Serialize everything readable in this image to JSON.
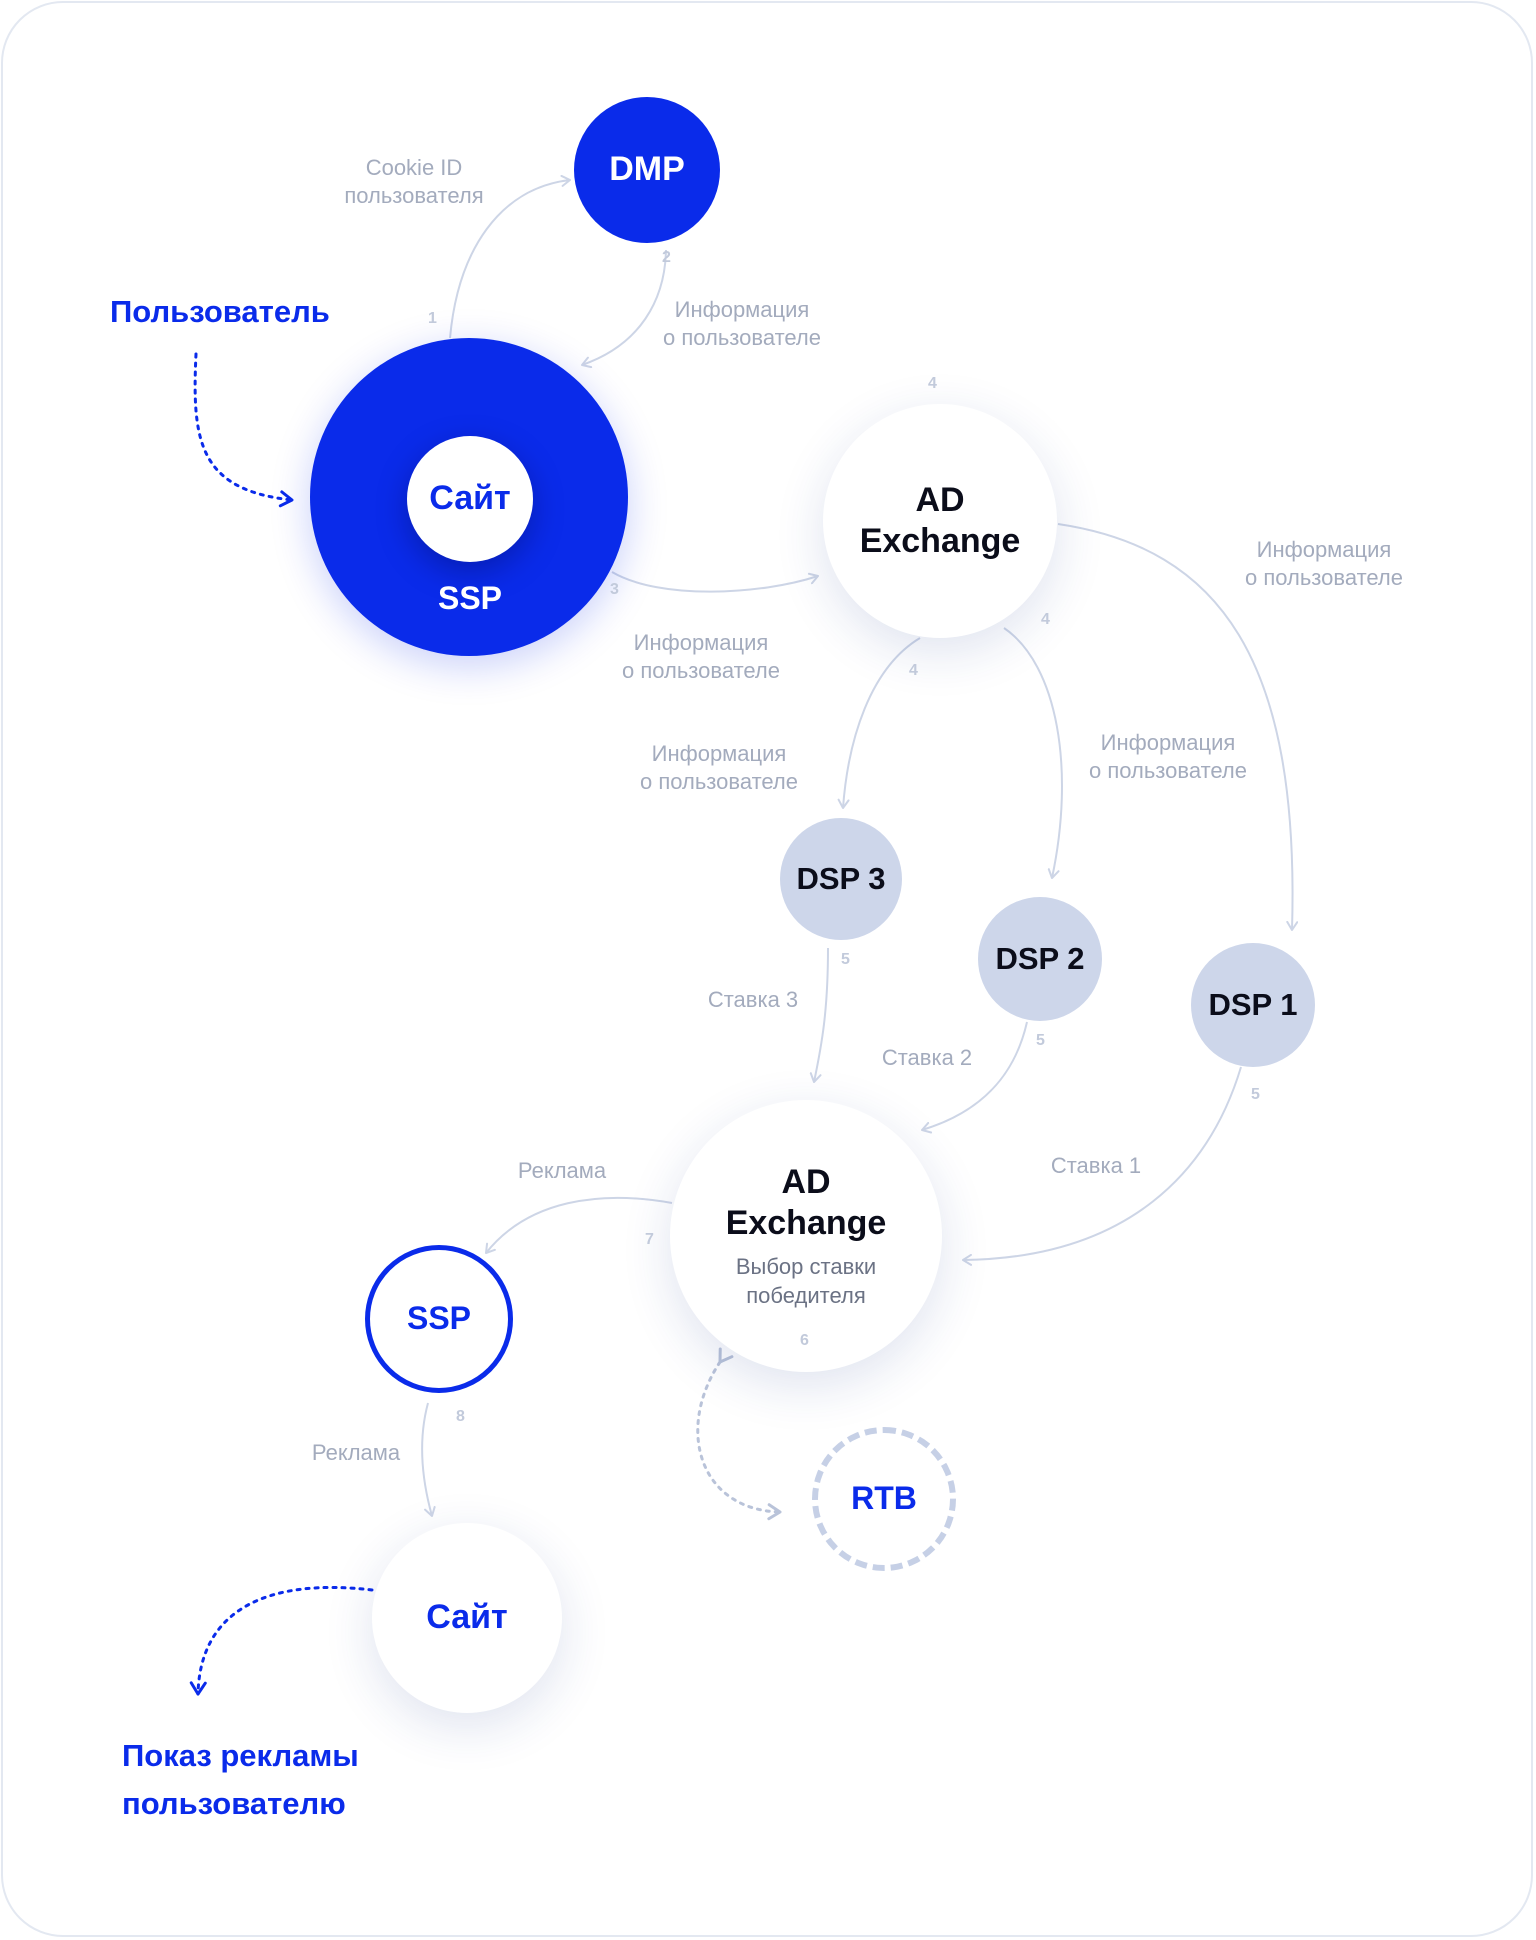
{
  "nodes": {
    "dmp": "DMP",
    "site_top": "Сайт",
    "ssp_top": "SSP",
    "adx_top_line1": "AD",
    "adx_top_line2": "Exchange",
    "dsp3": "DSP 3",
    "dsp2": "DSP 2",
    "dsp1": "DSP 1",
    "adx_bottom_line1": "AD",
    "adx_bottom_line2": "Exchange",
    "adx_bottom_sub_line1": "Выбор ставки",
    "adx_bottom_sub_line2": "победителя",
    "ssp_bottom": "SSP",
    "rtb": "RTB",
    "site_bottom": "Сайт"
  },
  "labels": {
    "cookie_line1": "Cookie ID",
    "cookie_line2": "пользователя",
    "info_line1": "Информация",
    "info_line2": "о пользователе",
    "bid3": "Ставка 3",
    "bid2": "Ставка 2",
    "bid1": "Ставка 1",
    "ad": "Реклама"
  },
  "steps": [
    "1",
    "2",
    "3",
    "4",
    "5",
    "6",
    "7",
    "8"
  ],
  "headlines": {
    "user": "Пользователь",
    "show_line1": "Показ рекламы",
    "show_line2": "пользователю"
  },
  "colors": {
    "accent": "#0a2bea",
    "dsp": "#cdd6ea",
    "connector": "#cdd5e6",
    "label": "#a3abbd"
  }
}
